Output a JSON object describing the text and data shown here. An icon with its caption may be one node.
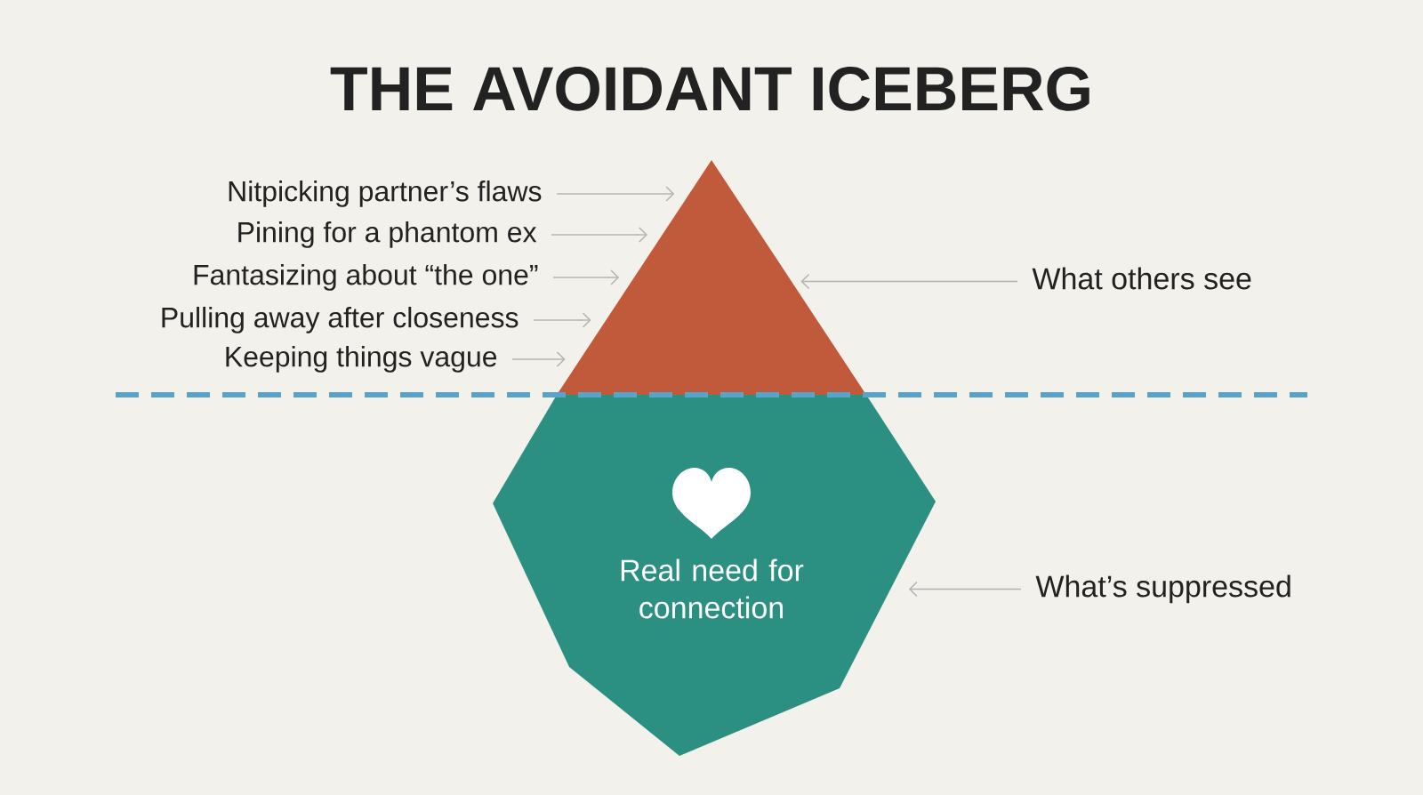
{
  "diagram": {
    "title": "THE AVOIDANT ICEBERG",
    "nodes": [
      {
        "text": [
          "Nitpicking partner’s flaws"
        ]
      },
      {
        "text": [
          "Pining for a phantom ex"
        ]
      },
      {
        "text": [
          "Fantasizing about “the one”"
        ]
      },
      {
        "text": [
          "Pulling away after closeness"
        ]
      },
      {
        "text": [
          "Keeping things vague"
        ]
      },
      {
        "text": [],
        "shape": "triangle"
      },
      {
        "text": [
          "What others see"
        ]
      },
      {
        "text": [
          "Real need for connection"
        ]
      },
      {
        "text": [
          "What’s suppressed"
        ]
      }
    ],
    "edges": [
      {
        "from": 0,
        "to": 5,
        "arrow": "to"
      },
      {
        "from": 1,
        "to": 5,
        "arrow": "to"
      },
      {
        "from": 2,
        "to": 5,
        "arrow": "to"
      },
      {
        "from": 3,
        "to": 5,
        "arrow": "to"
      },
      {
        "from": 4,
        "to": 5,
        "arrow": "to"
      },
      {
        "from": 6,
        "to": 5,
        "arrow": "to"
      },
      {
        "from": 8,
        "to": 7,
        "arrow": "to"
      }
    ]
  }
}
